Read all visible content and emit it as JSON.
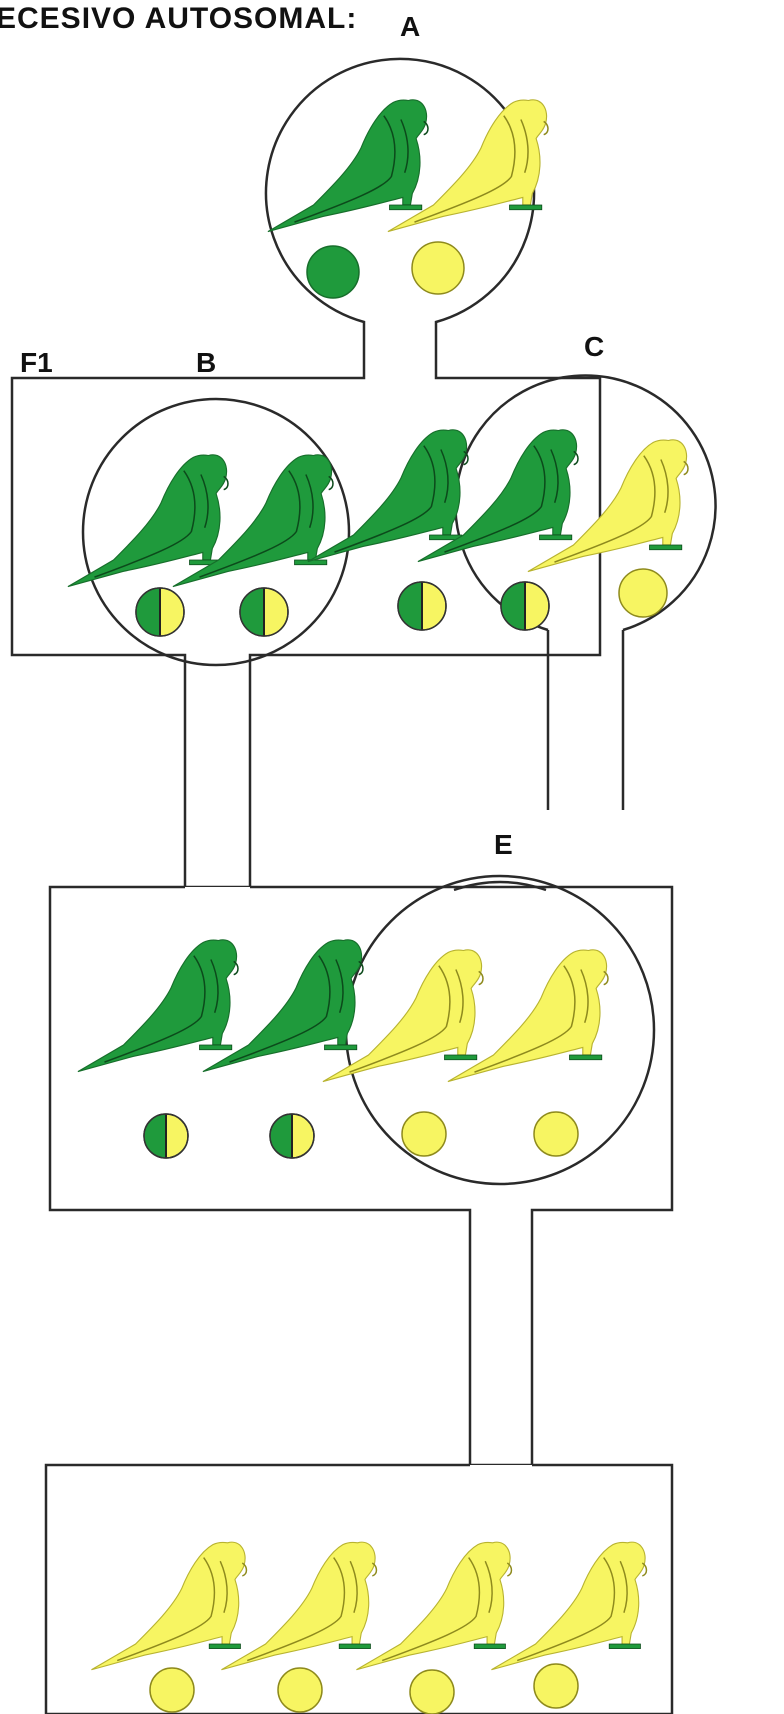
{
  "title": "ECESIVO AUTOSOMAL:",
  "labels": {
    "a": "A",
    "f1": "F1",
    "b": "B",
    "c": "C",
    "e": "E"
  },
  "colors": {
    "green": "#1f9a3c",
    "yellow": "#f7f562",
    "outline_yellow": "#b8b330",
    "perch": "#1f9a3c"
  },
  "generations": [
    {
      "id": "parents-a",
      "birds": [
        "green",
        "yellow"
      ],
      "genotypes": [
        "green",
        "yellow"
      ]
    },
    {
      "id": "f1-b",
      "birds": [
        "green",
        "green",
        "green"
      ],
      "genotypes": [
        "split",
        "split",
        "split"
      ]
    },
    {
      "id": "cross-c",
      "birds": [
        "green",
        "yellow"
      ],
      "genotypes": [
        "split",
        "yellow"
      ]
    },
    {
      "id": "f2-e",
      "birds": [
        "green",
        "green",
        "yellow",
        "yellow"
      ],
      "genotypes": [
        "split",
        "split",
        "yellow",
        "yellow"
      ]
    },
    {
      "id": "offspring",
      "birds": [
        "yellow",
        "yellow",
        "yellow",
        "yellow"
      ],
      "genotypes": [
        "yellow",
        "yellow",
        "yellow",
        "yellow"
      ]
    }
  ]
}
